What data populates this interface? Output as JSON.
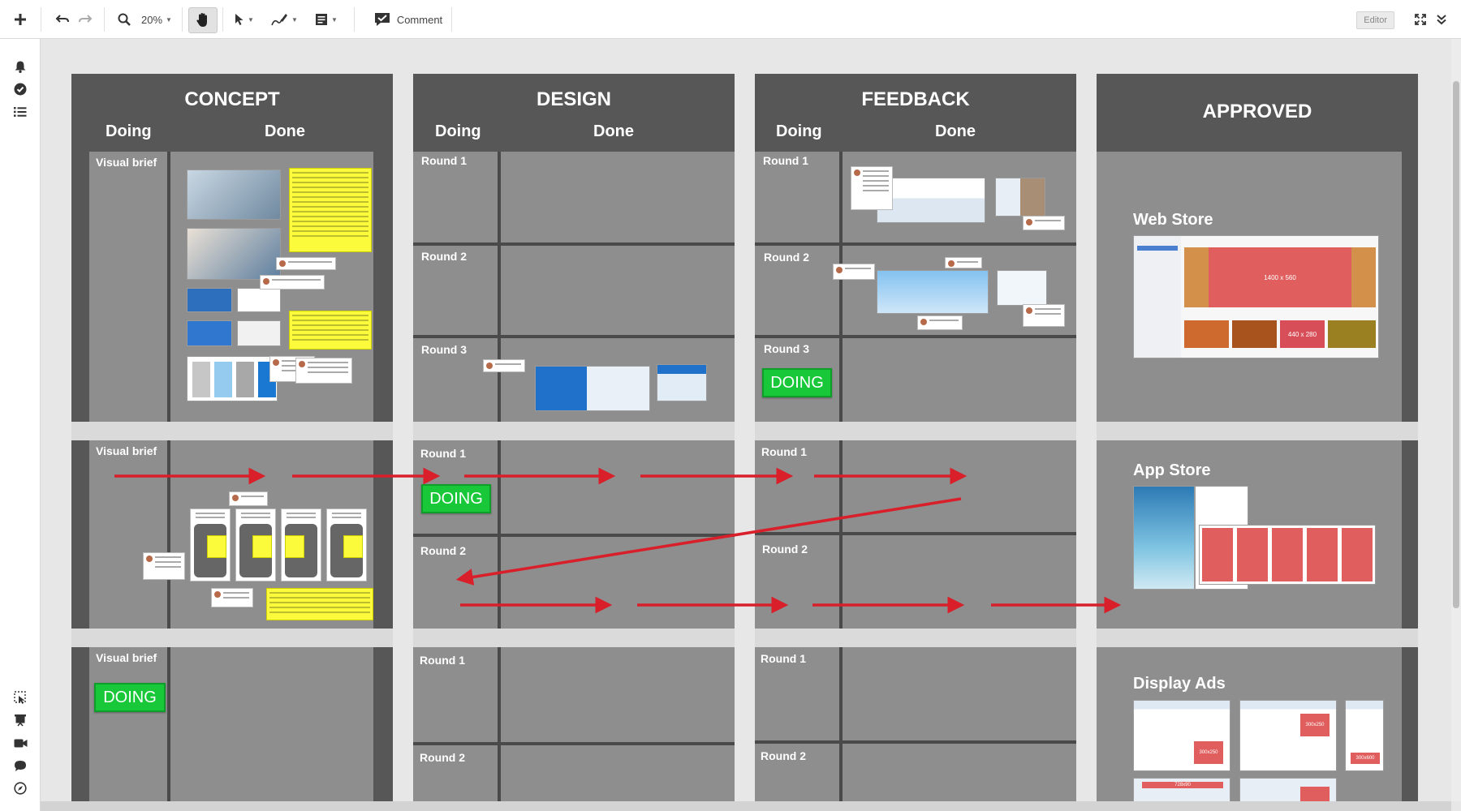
{
  "toolbar": {
    "zoom": "20%",
    "comment_label": "Comment",
    "mode_badge": "Editor"
  },
  "board": {
    "columns": [
      {
        "title": "CONCEPT",
        "sub": [
          "Doing",
          "Done"
        ]
      },
      {
        "title": "DESIGN",
        "sub": [
          "Doing",
          "Done"
        ]
      },
      {
        "title": "FEEDBACK",
        "sub": [
          "Doing",
          "Done"
        ]
      },
      {
        "title": "APPROVED"
      }
    ],
    "visual_brief": "Visual brief",
    "rounds": [
      "Round 1",
      "Round 2",
      "Round 3"
    ],
    "doing_badge": "DOING",
    "approved_tiles": [
      "Web Store",
      "App Store",
      "Display Ads"
    ],
    "thumb_labels": {
      "web_banner": "1400 x 560",
      "web_small": "440 x 280",
      "ad_a": "300x250",
      "ad_b": "300x250",
      "ad_c": "300x600",
      "ad_d": "728x90"
    }
  },
  "colors": {
    "board_dark": "#575757",
    "cell": "#8e8e8e",
    "doing_green": "#18c838",
    "arrow_red": "#d81f2a",
    "sticky_yellow": "#fbfb3c"
  }
}
